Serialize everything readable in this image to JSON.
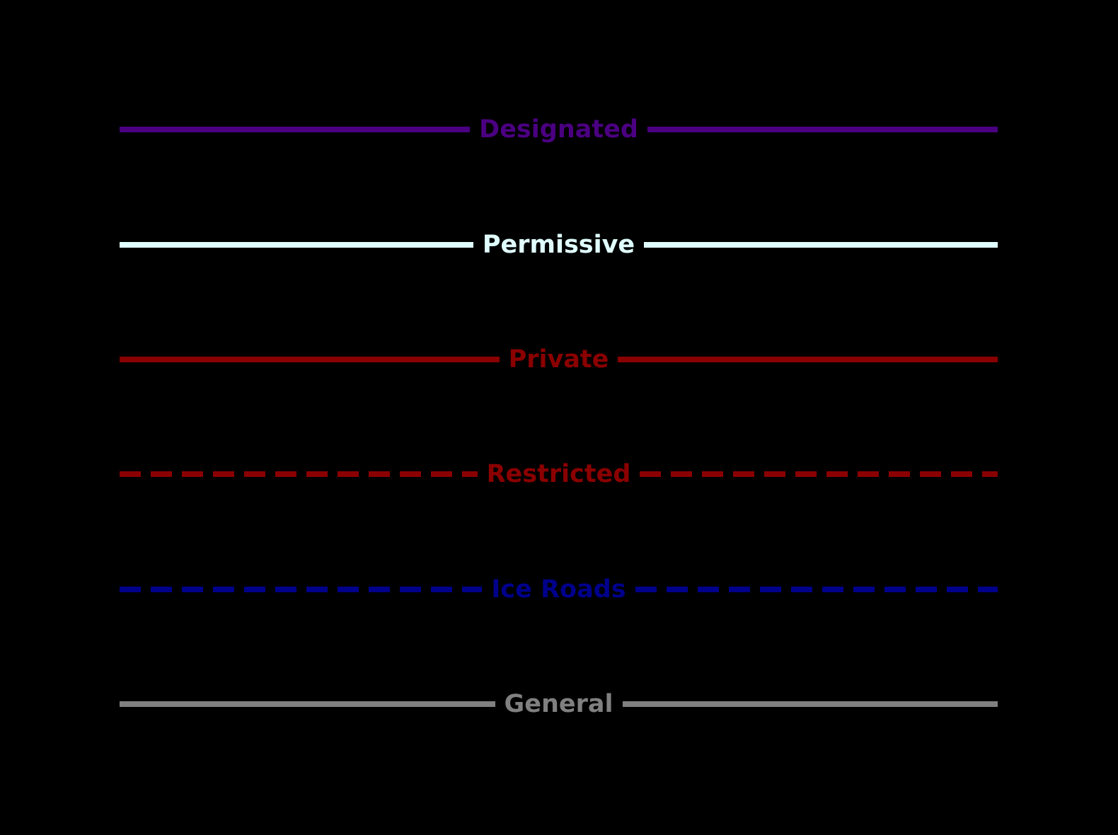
{
  "page": {
    "background": "#000000"
  },
  "legend": {
    "rows": [
      {
        "label": "Designated",
        "color": "#4B0082",
        "line_style": "solid"
      },
      {
        "label": "Permissive",
        "color": "#E0FFFF",
        "line_style": "solid"
      },
      {
        "label": "Private",
        "color": "#8B0000",
        "line_style": "solid"
      },
      {
        "label": "Restricted",
        "color": "#8B0000",
        "line_style": "dashed"
      },
      {
        "label": "Ice Roads",
        "color": "#00008B",
        "line_style": "dashed"
      },
      {
        "label": "General",
        "color": "#808080",
        "line_style": "solid"
      }
    ]
  }
}
